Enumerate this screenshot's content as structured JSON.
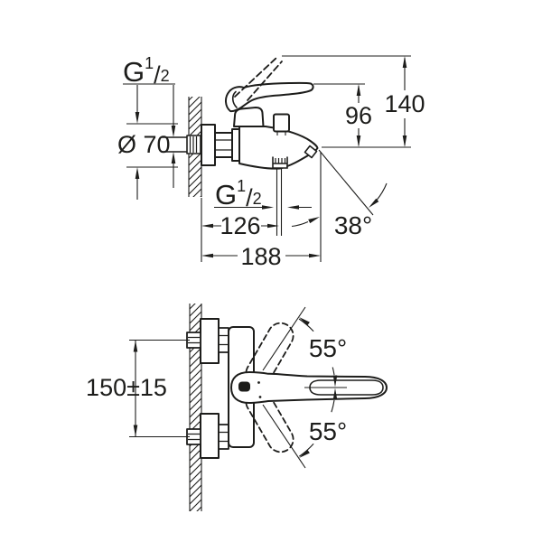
{
  "colors": {
    "line": "#1d1d1b",
    "background": "#ffffff"
  },
  "side_view": {
    "labels": {
      "inlet_thread": {
        "g": "G",
        "num": "1",
        "slash": "/",
        "den": "2"
      },
      "escutcheon_diameter": "Ø 70",
      "outlet_thread": {
        "g": "G",
        "num": "1",
        "slash": "/",
        "den": "2"
      },
      "lever_height": "96",
      "lever_raised_height": "140",
      "outlet_offset": "126",
      "spout_reach": "188",
      "spout_angle": "38°"
    }
  },
  "plan_view": {
    "labels": {
      "mounting_centers": "150±15",
      "lever_swing_upper": "55°",
      "lever_swing_lower": "55°"
    }
  }
}
